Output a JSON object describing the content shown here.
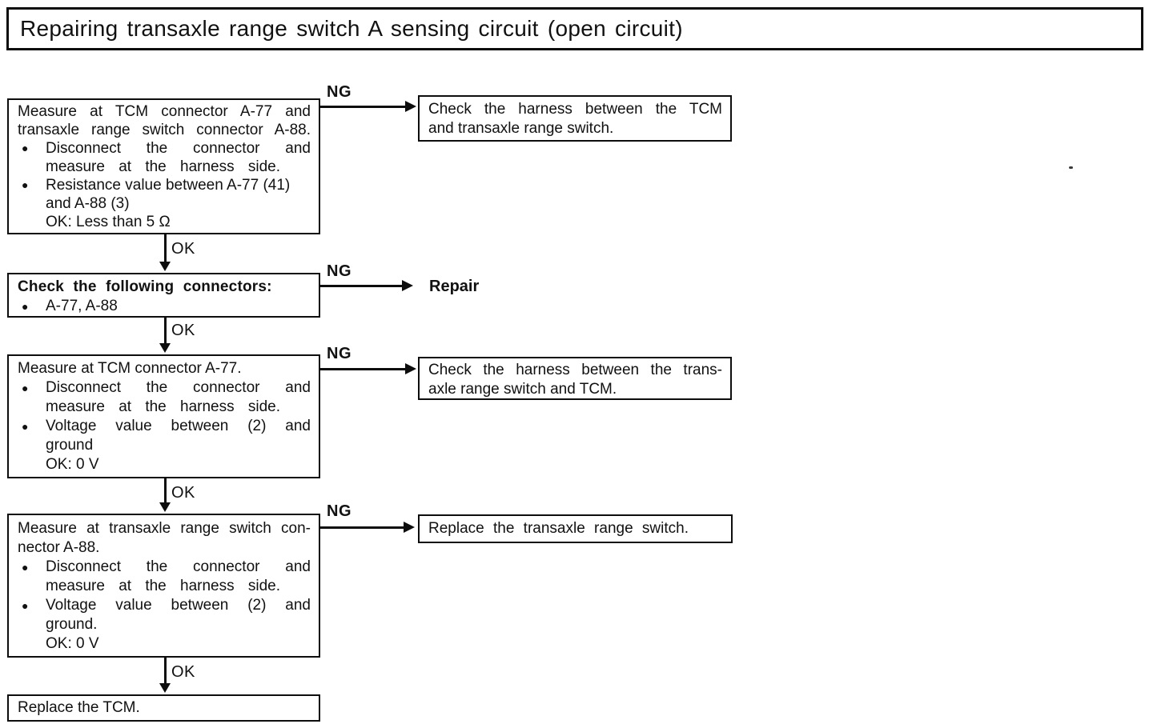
{
  "title": "Repairing transaxle range switch A sensing circuit (open circuit)",
  "labels": {
    "ok": "OK",
    "ng": "NG"
  },
  "glyphs": {
    "bullet": "●"
  },
  "boxes": {
    "step1": {
      "line1": "Measure at TCM connector A-77 and",
      "line2": "transaxle range switch connector A-88.",
      "bullet1_line1": "Disconnect the connector and",
      "bullet1_line2": "measure at the harness side.",
      "bullet2_line1": "Resistance value between A-77 (41)",
      "bullet2_line2": "and A-88 (3)",
      "bullet2_line3": "OK: Less than 5 Ω"
    },
    "result1": {
      "line1": "Check the harness between the TCM",
      "line2": "and transaxle range switch."
    },
    "step2": {
      "heading": "Check the following connectors:",
      "bullet1": "A-77, A-88"
    },
    "result2": {
      "label": "Repair"
    },
    "step3": {
      "line1": "Measure at TCM connector A-77.",
      "bullet1_line1": "Disconnect the connector and",
      "bullet1_line2": "measure at the harness side.",
      "bullet2_line1": "Voltage value between (2) and",
      "bullet2_line2": "ground",
      "bullet2_line3": "OK: 0 V"
    },
    "result3": {
      "line1": "Check the harness between the trans-",
      "line2": "axle range switch and TCM."
    },
    "step4": {
      "line1": "Measure at transaxle range switch con-",
      "line2": "nector A-88.",
      "bullet1_line1": "Disconnect the connector and",
      "bullet1_line2": "measure at the harness side.",
      "bullet2_line1": "Voltage value between (2) and",
      "bullet2_line2": "ground.",
      "bullet2_line3": "OK: 0 V"
    },
    "result4": {
      "line1": "Replace the transaxle range switch."
    },
    "step5": {
      "line1": "Replace the TCM."
    }
  }
}
